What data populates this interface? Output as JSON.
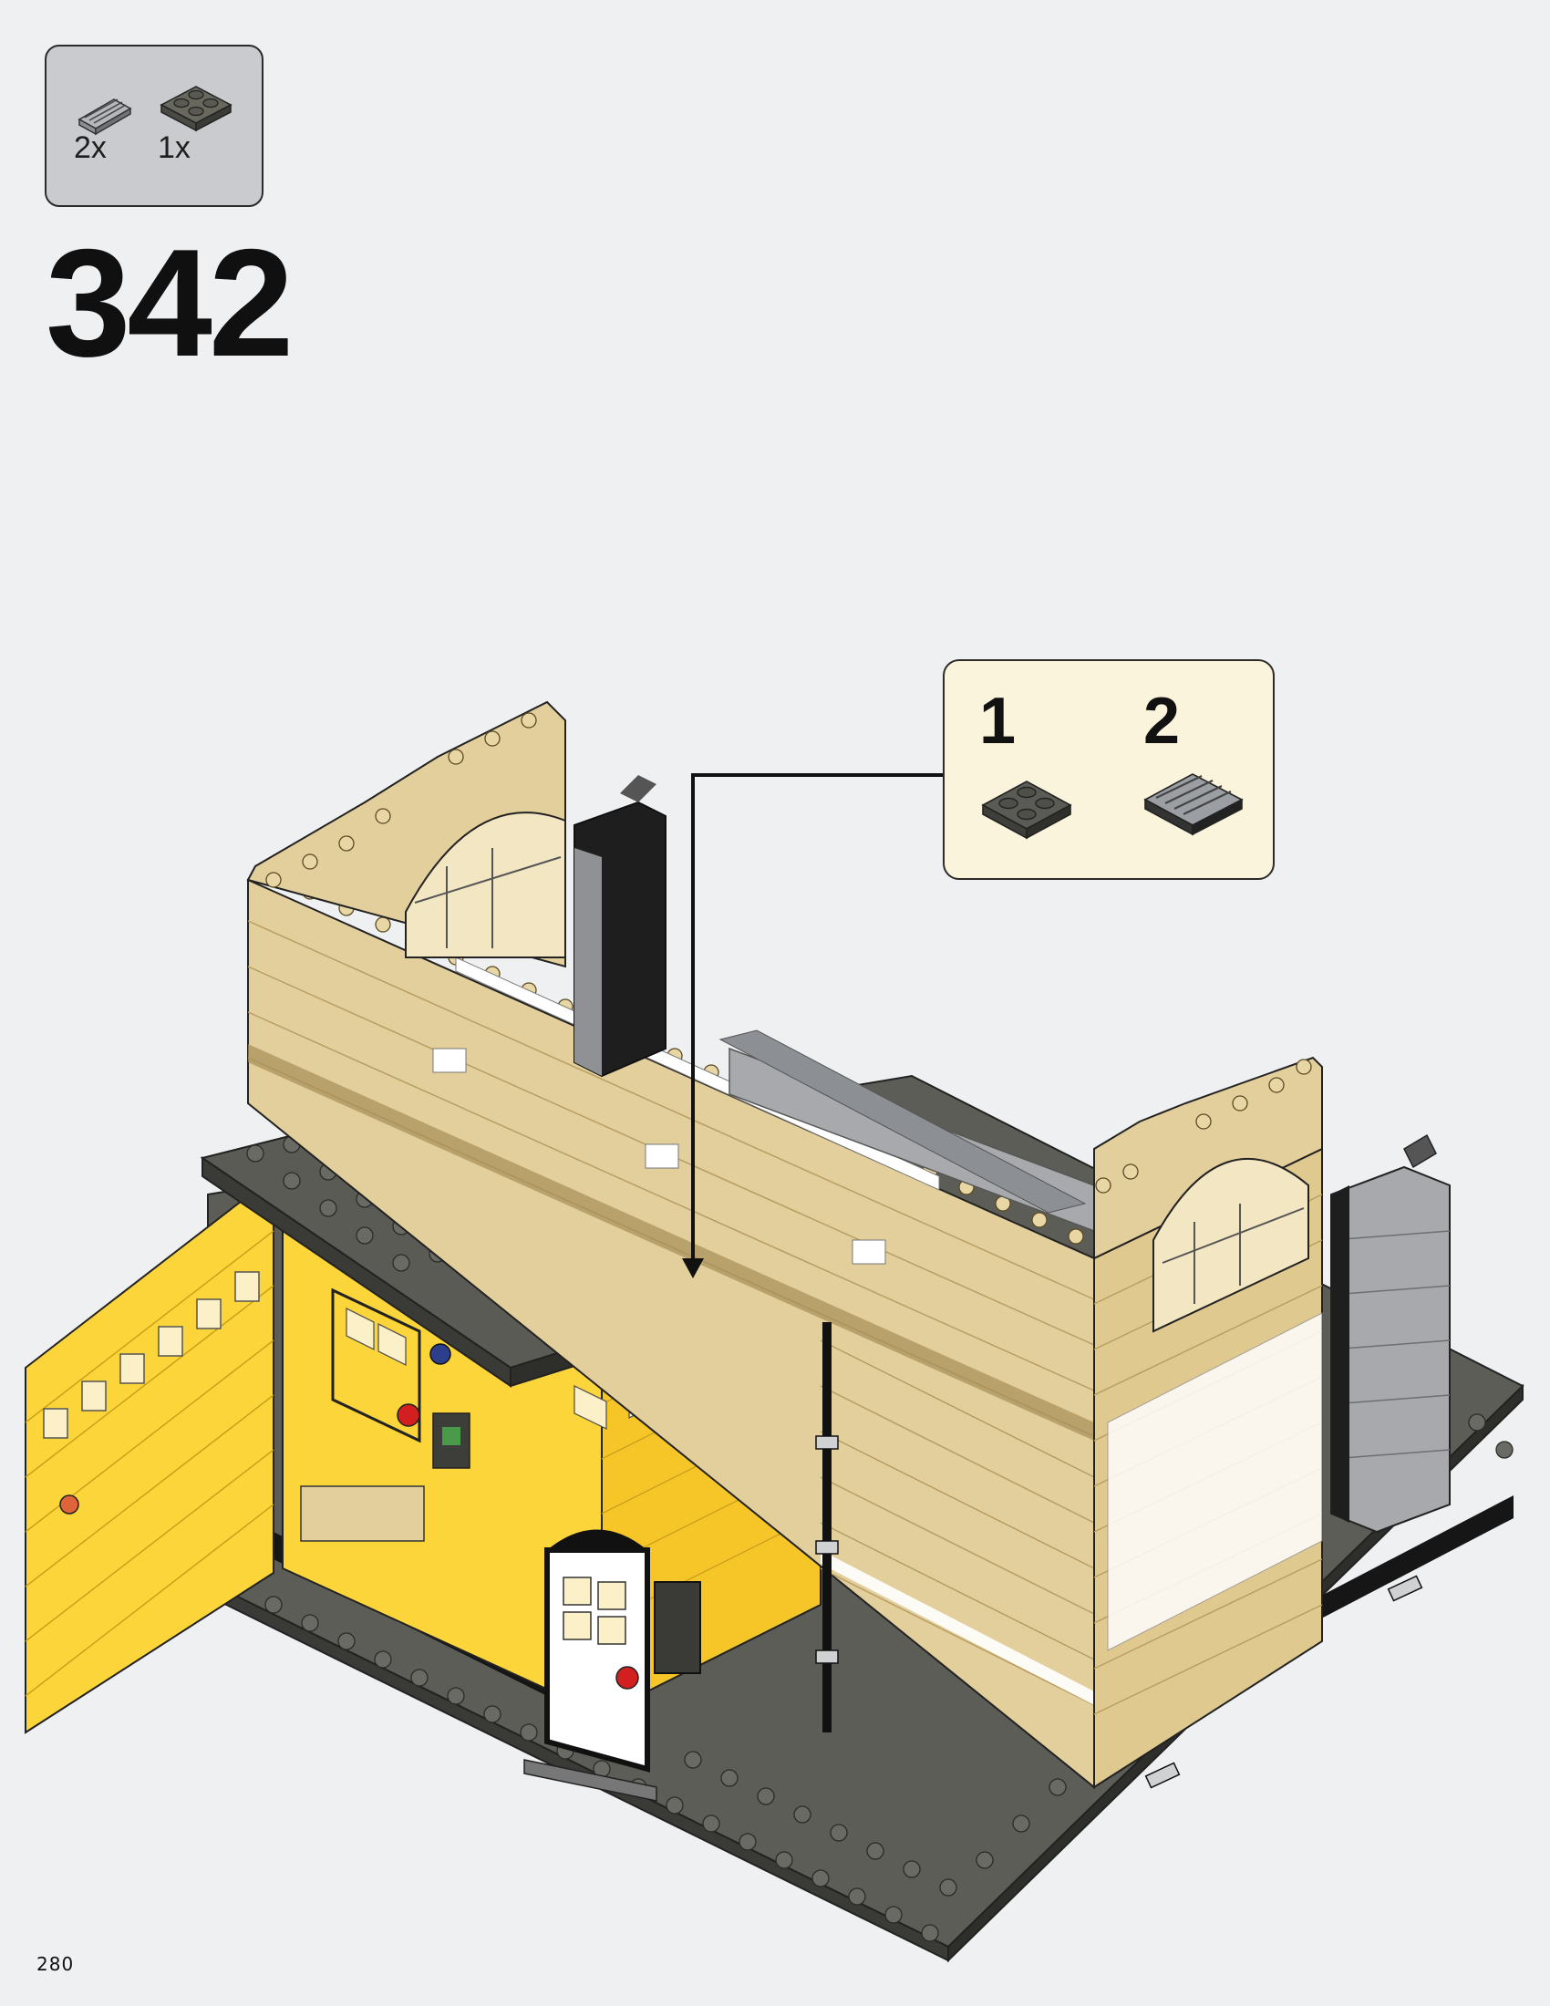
{
  "parts_list": {
    "items": [
      {
        "icon": "grille-tile-1x2-icon",
        "quantity": "2x",
        "color": "#9fa3a8"
      },
      {
        "icon": "plate-2x2-icon",
        "quantity": "1x",
        "color": "#5b5b56"
      }
    ]
  },
  "step": {
    "number": "342"
  },
  "callout": {
    "substeps": [
      {
        "number": "1",
        "part": "plate-2x2-icon"
      },
      {
        "number": "2",
        "part": "grille-tile-2x2-icon"
      }
    ]
  },
  "page": {
    "number": "280"
  },
  "colors": {
    "background": "#eff0f2",
    "tan": "#e3cf9c",
    "yellow": "#fcd53a",
    "dark_bluish_gray": "#575752",
    "light_bluish_gray": "#a7a9ac",
    "callout": "#fbf4dc"
  }
}
